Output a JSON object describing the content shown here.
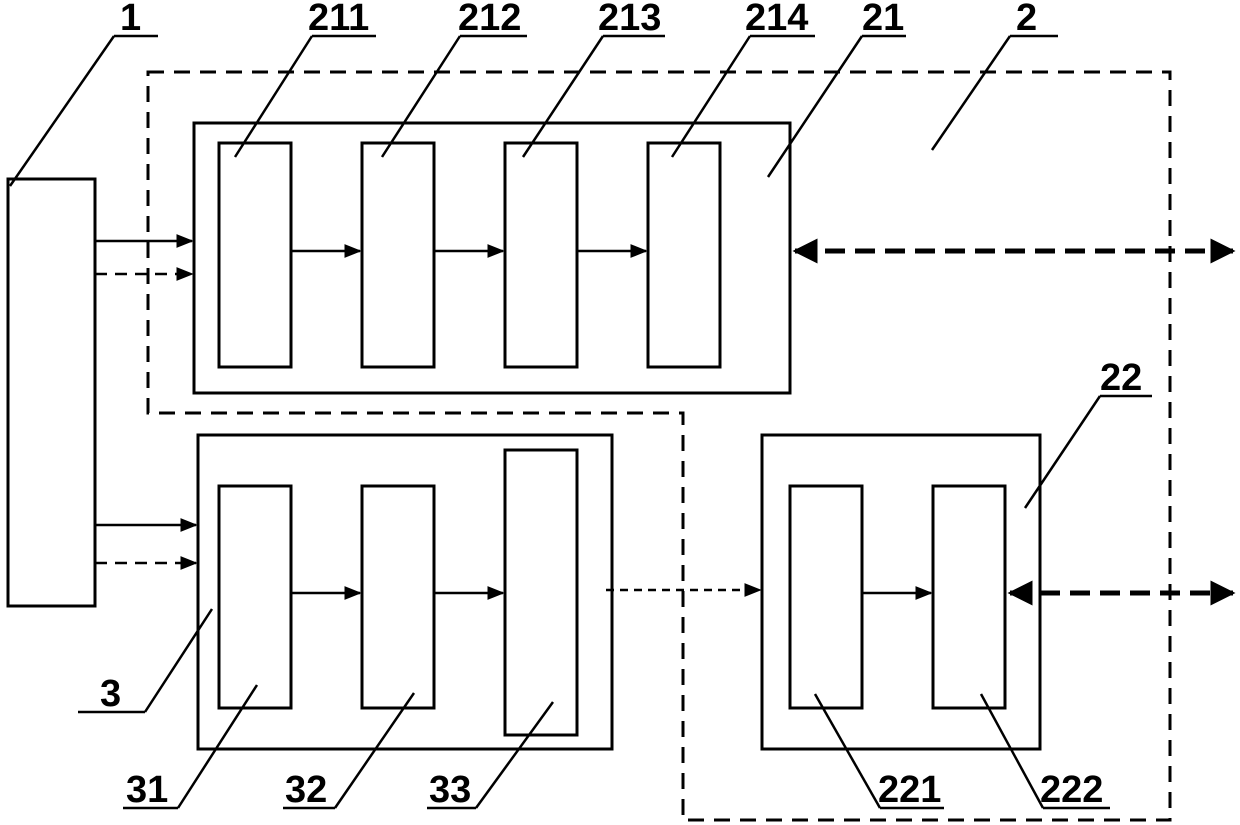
{
  "labels": {
    "l1": "1",
    "l2": "2",
    "l21": "21",
    "l211": "211",
    "l212": "212",
    "l213": "213",
    "l214": "214",
    "l22": "22",
    "l221": "221",
    "l222": "222",
    "l3": "3",
    "l31": "31",
    "l32": "32",
    "l33": "33"
  }
}
